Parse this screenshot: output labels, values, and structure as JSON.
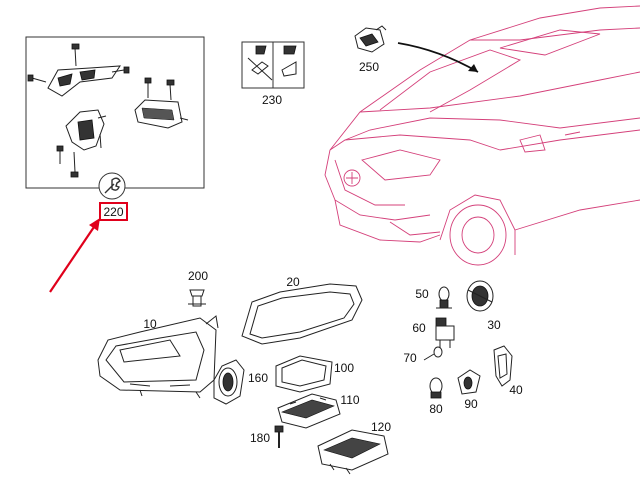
{
  "diagram": {
    "colors": {
      "car_outline": "#d4407a",
      "highlight": "#e0001b",
      "line": "#222222"
    },
    "parts": [
      {
        "id": "10",
        "label": "10"
      },
      {
        "id": "20",
        "label": "20"
      },
      {
        "id": "30",
        "label": "30"
      },
      {
        "id": "40",
        "label": "40"
      },
      {
        "id": "50",
        "label": "50"
      },
      {
        "id": "60",
        "label": "60"
      },
      {
        "id": "70",
        "label": "70"
      },
      {
        "id": "80",
        "label": "80"
      },
      {
        "id": "90",
        "label": "90"
      },
      {
        "id": "100",
        "label": "100"
      },
      {
        "id": "110",
        "label": "110"
      },
      {
        "id": "120",
        "label": "120"
      },
      {
        "id": "160",
        "label": "160"
      },
      {
        "id": "180",
        "label": "180"
      },
      {
        "id": "200",
        "label": "200"
      },
      {
        "id": "220",
        "label": "220",
        "highlighted": true
      },
      {
        "id": "230",
        "label": "230"
      },
      {
        "id": "250",
        "label": "250"
      }
    ]
  }
}
